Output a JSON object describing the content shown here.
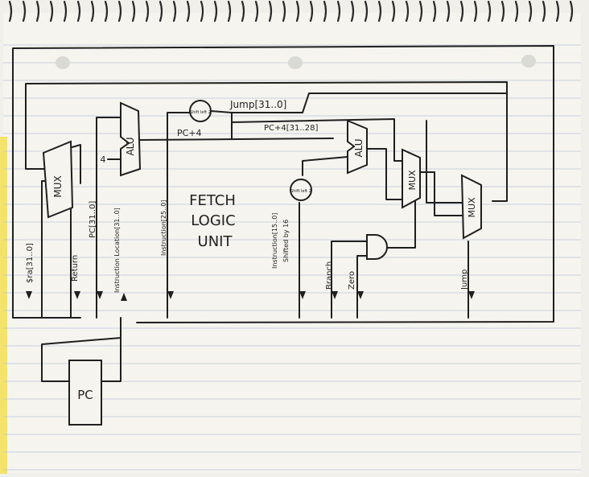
{
  "colors": {
    "paper": "#f6f4ef",
    "ruling": "#b9c3d6",
    "margin_left": "#f3e36a",
    "ink": "#1f1f1f",
    "spiral": "#2a2a2a"
  },
  "blocks": {
    "mux_1": "MUX",
    "alu_pc": "ALU",
    "alu_branch": "ALU",
    "mux_2": "MUX",
    "mux_3": "MUX",
    "shift_top": "Shift left 2",
    "shift_mid": "Shift left 2",
    "pc": "PC",
    "title_line1": "FETCH",
    "title_line2": "LOGIC",
    "title_line3": "UNIT"
  },
  "signals": {
    "const_four": "4",
    "pc_plus_4": "PC+4",
    "jump_bus": "Jump[31..0]",
    "pc_upper": "PC+4[31..28]",
    "ra": "$ra[31..0]",
    "return": "Return",
    "pc_bus": "PC[31..0]",
    "instruction_location": "Instruction Location[31..0]",
    "instruction_25_0": "Instruction[25..0]",
    "instruction_15_0": "Instruction[15..0]",
    "shifted_by_16": "Shifted by 16",
    "branch": "Branch",
    "zero": "Zero",
    "jump": "Jump"
  }
}
